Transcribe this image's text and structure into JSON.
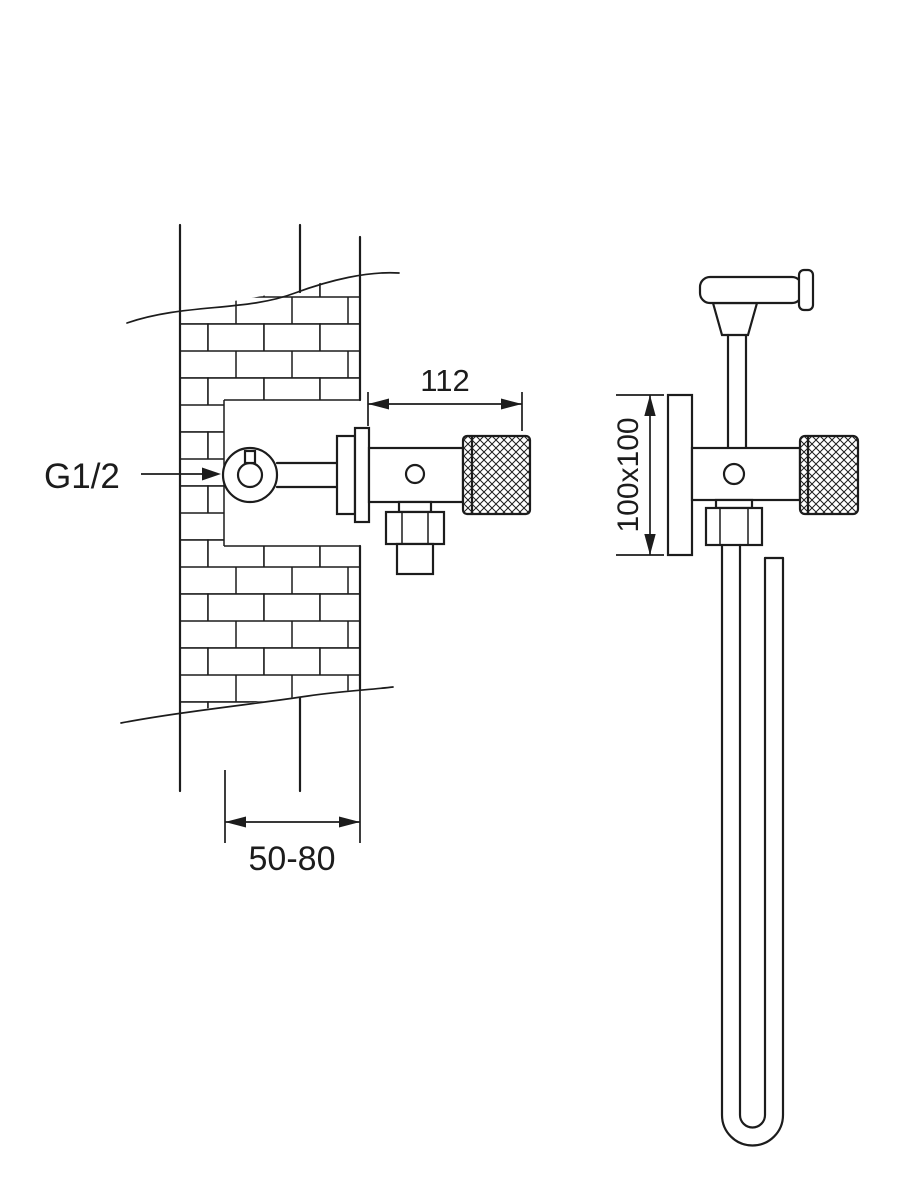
{
  "drawing": {
    "labels": {
      "thread": "G1/2",
      "depth": "112",
      "plate": "100x100",
      "wall_range": "50-80"
    },
    "colors": {
      "line": "#1c1c1c",
      "background": "#ffffff"
    }
  }
}
